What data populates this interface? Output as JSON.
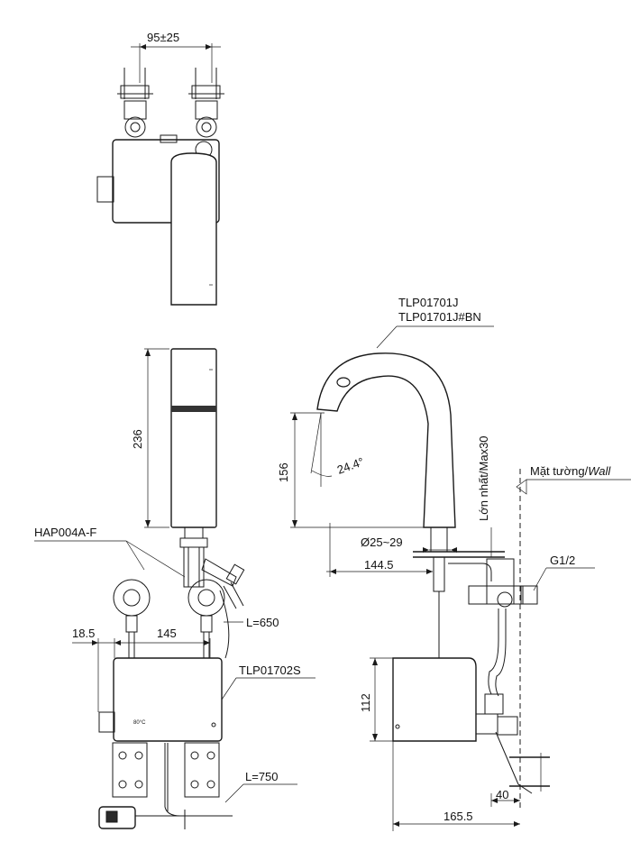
{
  "dimensions": {
    "top_spacing": "95±25",
    "spout_height": "236",
    "spout_outlet_height": "156",
    "angle": "24.4°",
    "hose_length_1": "L=650",
    "hose_length_2": "L=750",
    "offset_left": "18.5",
    "offset_mid": "145",
    "reach": "144.5",
    "hole_diameter": "Ø25~29",
    "box_height": "112",
    "box_depth": "165.5",
    "wall_offset": "40",
    "thread": "G1/2",
    "max_thickness": "Lớn nhất/Max30"
  },
  "labels": {
    "model_main": "TLP01701J",
    "model_main_bn": "TLP01701J#BN",
    "model_box": "TLP01702S",
    "valve_model": "HAP004A-F",
    "wall_label_vi": "Mặt tường/",
    "wall_label_en": "Wall",
    "temp_mark": "80°C"
  }
}
